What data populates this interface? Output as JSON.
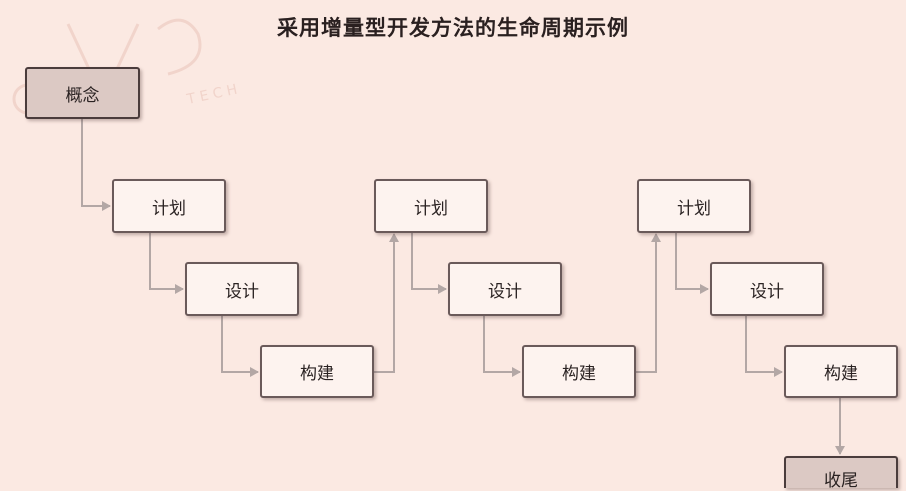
{
  "title": "采用增量型开发方法的生命周期示例",
  "nodes": {
    "concept": "概念",
    "plan_1": "计划",
    "design_1": "设计",
    "build_1": "构建",
    "plan_2": "计划",
    "design_2": "设计",
    "build_2": "构建",
    "plan_3": "计划",
    "design_3": "设计",
    "build_3": "构建",
    "closeout": "收尾"
  },
  "colors": {
    "background": "#fbe9e2",
    "node_fill": "#fdf3ef",
    "dark_node_fill": "#dcc9c4",
    "connector": "#b3a7a5"
  }
}
